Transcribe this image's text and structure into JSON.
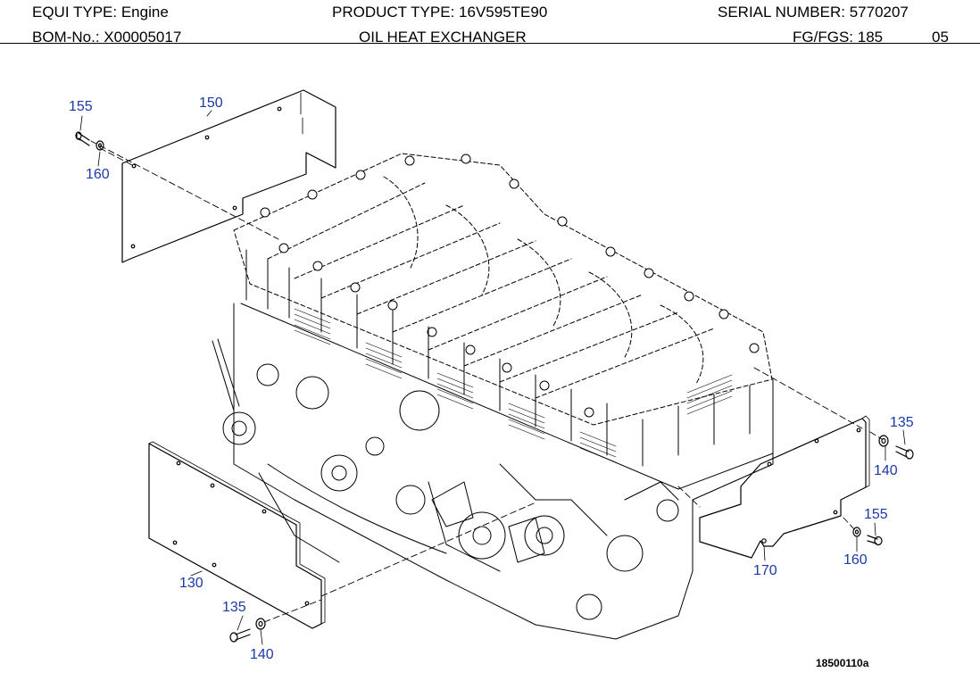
{
  "header": {
    "equi_type_label": "EQUI TYPE:",
    "equi_type_value": "Engine",
    "product_type_label": "PRODUCT TYPE:",
    "product_type_value": "16V595TE90",
    "serial_number_label": "SERIAL NUMBER:",
    "serial_number_value": "5770207",
    "bom_label": "BOM-No.:",
    "bom_value": "X00005017",
    "title": "OIL HEAT EXCHANGER",
    "fg_label": "FG/FGS:",
    "fg_value": "185",
    "fgs_value": "05"
  },
  "callouts": {
    "c155_top": "155",
    "c150": "150",
    "c160_top": "160",
    "c135_right": "135",
    "c140_right": "140",
    "c155_right": "155",
    "c160_right": "160",
    "c170": "170",
    "c130": "130",
    "c135_bottom": "135",
    "c140_bottom": "140"
  },
  "drawing_ref": "18500110a",
  "colors": {
    "callout": "#1a3aa8",
    "line": "#000000"
  }
}
